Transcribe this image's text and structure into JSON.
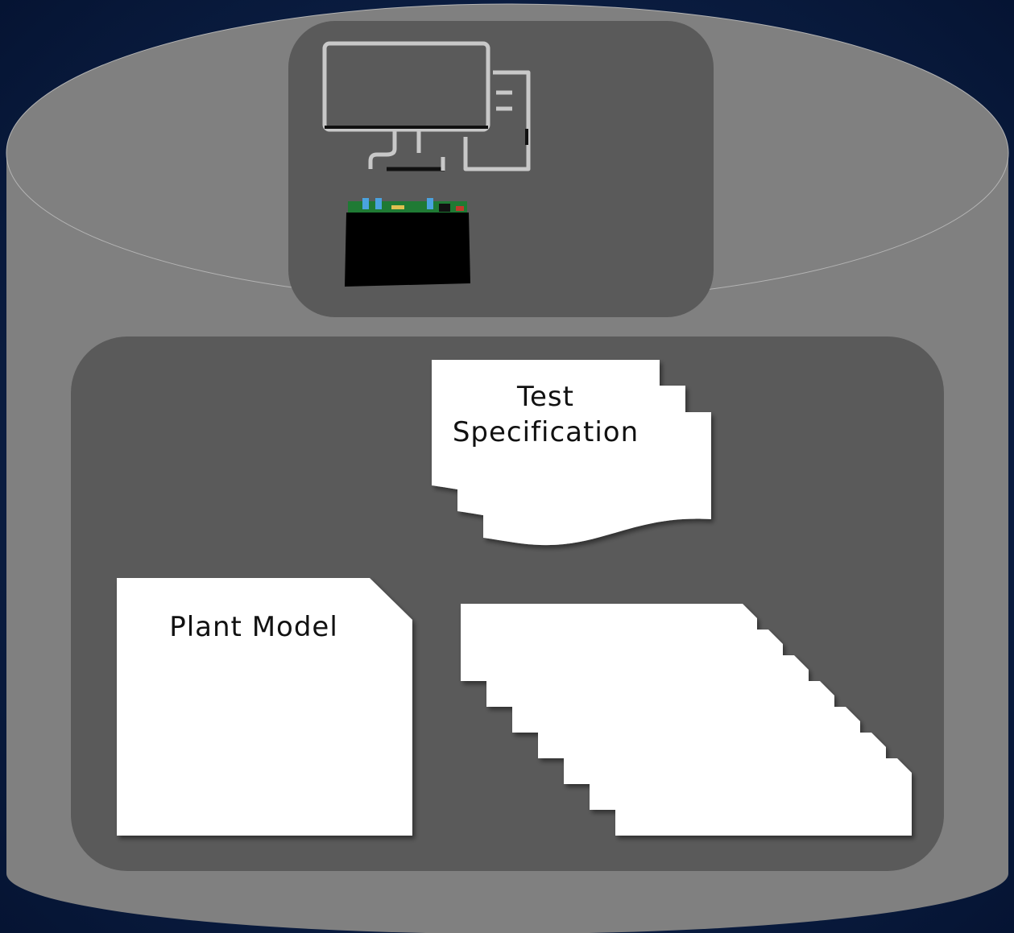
{
  "colors": {
    "background": "#06183a",
    "cylinder": "#808080",
    "panel": "#5a5a5a",
    "document": "#ffffff",
    "monitor_outline": "#c8c8c8",
    "board_pcb": "#1f7a34",
    "board_body": "#000000"
  },
  "icons": {
    "computer": "desktop-computer-icon",
    "board": "circuit-board-icon"
  },
  "documents": {
    "test_spec": {
      "line1": "Test",
      "line2": "Specification"
    },
    "plant_model": {
      "label": "Plant Model"
    },
    "stack_pages": 7
  }
}
